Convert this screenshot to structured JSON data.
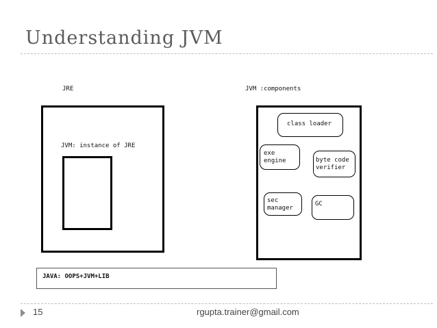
{
  "slide": {
    "title": "Understanding JVM",
    "page_number": "15",
    "footer_email": "rgupta.trainer@gmail.com"
  },
  "diagram": {
    "jre_label": "JRE",
    "jvm_instance_label": "JVM: instance of JRE",
    "components_label": "JVM :components",
    "components": {
      "class_loader": "class loader",
      "exe_engine_line1": "exe",
      "exe_engine_line2": "engine",
      "byte_code_verifier_line1": "byte code",
      "byte_code_verifier_line2": "verifier",
      "sec_manager_line1": "sec",
      "sec_manager_line2": "manager",
      "gc": "GC"
    },
    "java_formula": "JAVA: OOPS+JVM+LIB"
  }
}
